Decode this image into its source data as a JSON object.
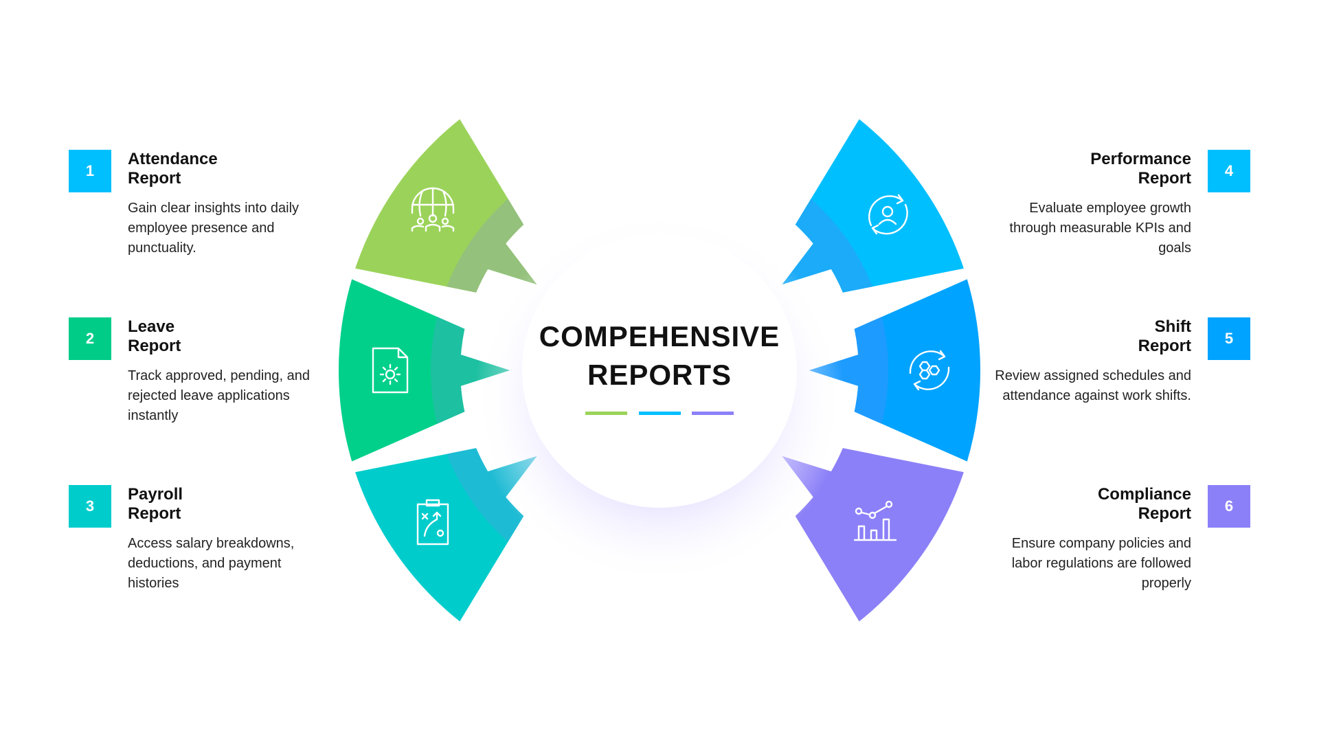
{
  "center": {
    "title_line1": "COMPEHENSIVE",
    "title_line2": "REPORTS"
  },
  "accent_lines": [
    "#9BD35A",
    "#00BFFF",
    "#8C80F8"
  ],
  "items": [
    {
      "number": "1",
      "title": "Attendance\nReport",
      "description": "Gain clear insights into daily employee presence and punctuality.",
      "color": "#00BFFF",
      "petal_color": "#9BD35A",
      "band_color": "#94C17C",
      "icon": "globe-team-icon"
    },
    {
      "number": "2",
      "title": "Leave\nReport",
      "description": "Track approved, pending, and rejected leave applications instantly",
      "color": "#00CC88",
      "petal_color": "#00D08A",
      "band_color": "#1EC0A2",
      "icon": "document-gear-icon"
    },
    {
      "number": "3",
      "title": "Payroll\nReport",
      "description": "Access salary breakdowns, deductions, and payment histories",
      "color": "#00CCCC",
      "petal_color": "#00CCCC",
      "band_color": "#1EBBD4",
      "icon": "clipboard-strategy-icon"
    },
    {
      "number": "4",
      "title": "Performance\nReport",
      "description": "Evaluate employee growth through measurable KPIs and goals",
      "color": "#00BFFF",
      "petal_color": "#00BFFF",
      "band_color": "#1CABF8",
      "icon": "user-cycle-icon"
    },
    {
      "number": "5",
      "title": "Shift \nReport",
      "description": "Review assigned schedules and attendance against work shifts.",
      "color": "#00A3FF",
      "petal_color": "#00A3FF",
      "band_color": "#1E9BFF",
      "icon": "hexagon-cycle-icon"
    },
    {
      "number": "6",
      "title": "Compliance \nReport",
      "description": "Ensure company policies and labor regulations are followed properly",
      "color": "#8C80F8",
      "petal_color": "#8C80F8",
      "band_color": "#8C80F8",
      "icon": "bar-chart-trend-icon"
    }
  ]
}
